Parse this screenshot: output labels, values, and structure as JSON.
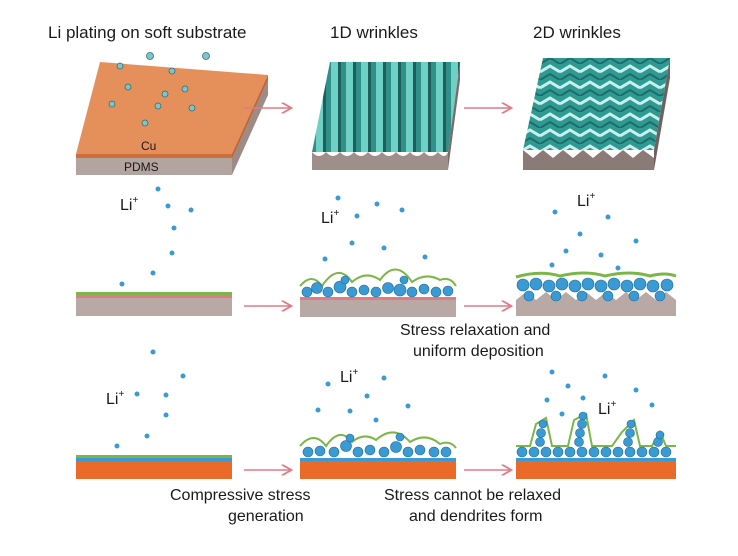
{
  "headings": {
    "li_plating": "Li plating on soft substrate",
    "wrinkles_1d": "1D wrinkles",
    "wrinkles_2d": "2D wrinkles"
  },
  "substrate_labels": {
    "cu": "Cu",
    "pdms": "PDMS"
  },
  "ion_label": "Li",
  "ion_charge": "+",
  "captions": {
    "stress_relaxation_line1": "Stress relaxation and",
    "stress_relaxation_line2": "uniform deposition",
    "compressive_line1": "Compressive stress",
    "compressive_line2": "generation",
    "dendrites_line1": "Stress cannot be relaxed",
    "dendrites_line2": "and dendrites form"
  },
  "colors": {
    "copper": "#e08a55",
    "pdms": "#b8a9a4",
    "wrinkle_teal": "#3aa7a0",
    "lithium": "#3a9ad3",
    "sei_green": "#7ab648",
    "arrow": "#e07a86",
    "orange_substrate": "#ea6a2a"
  }
}
